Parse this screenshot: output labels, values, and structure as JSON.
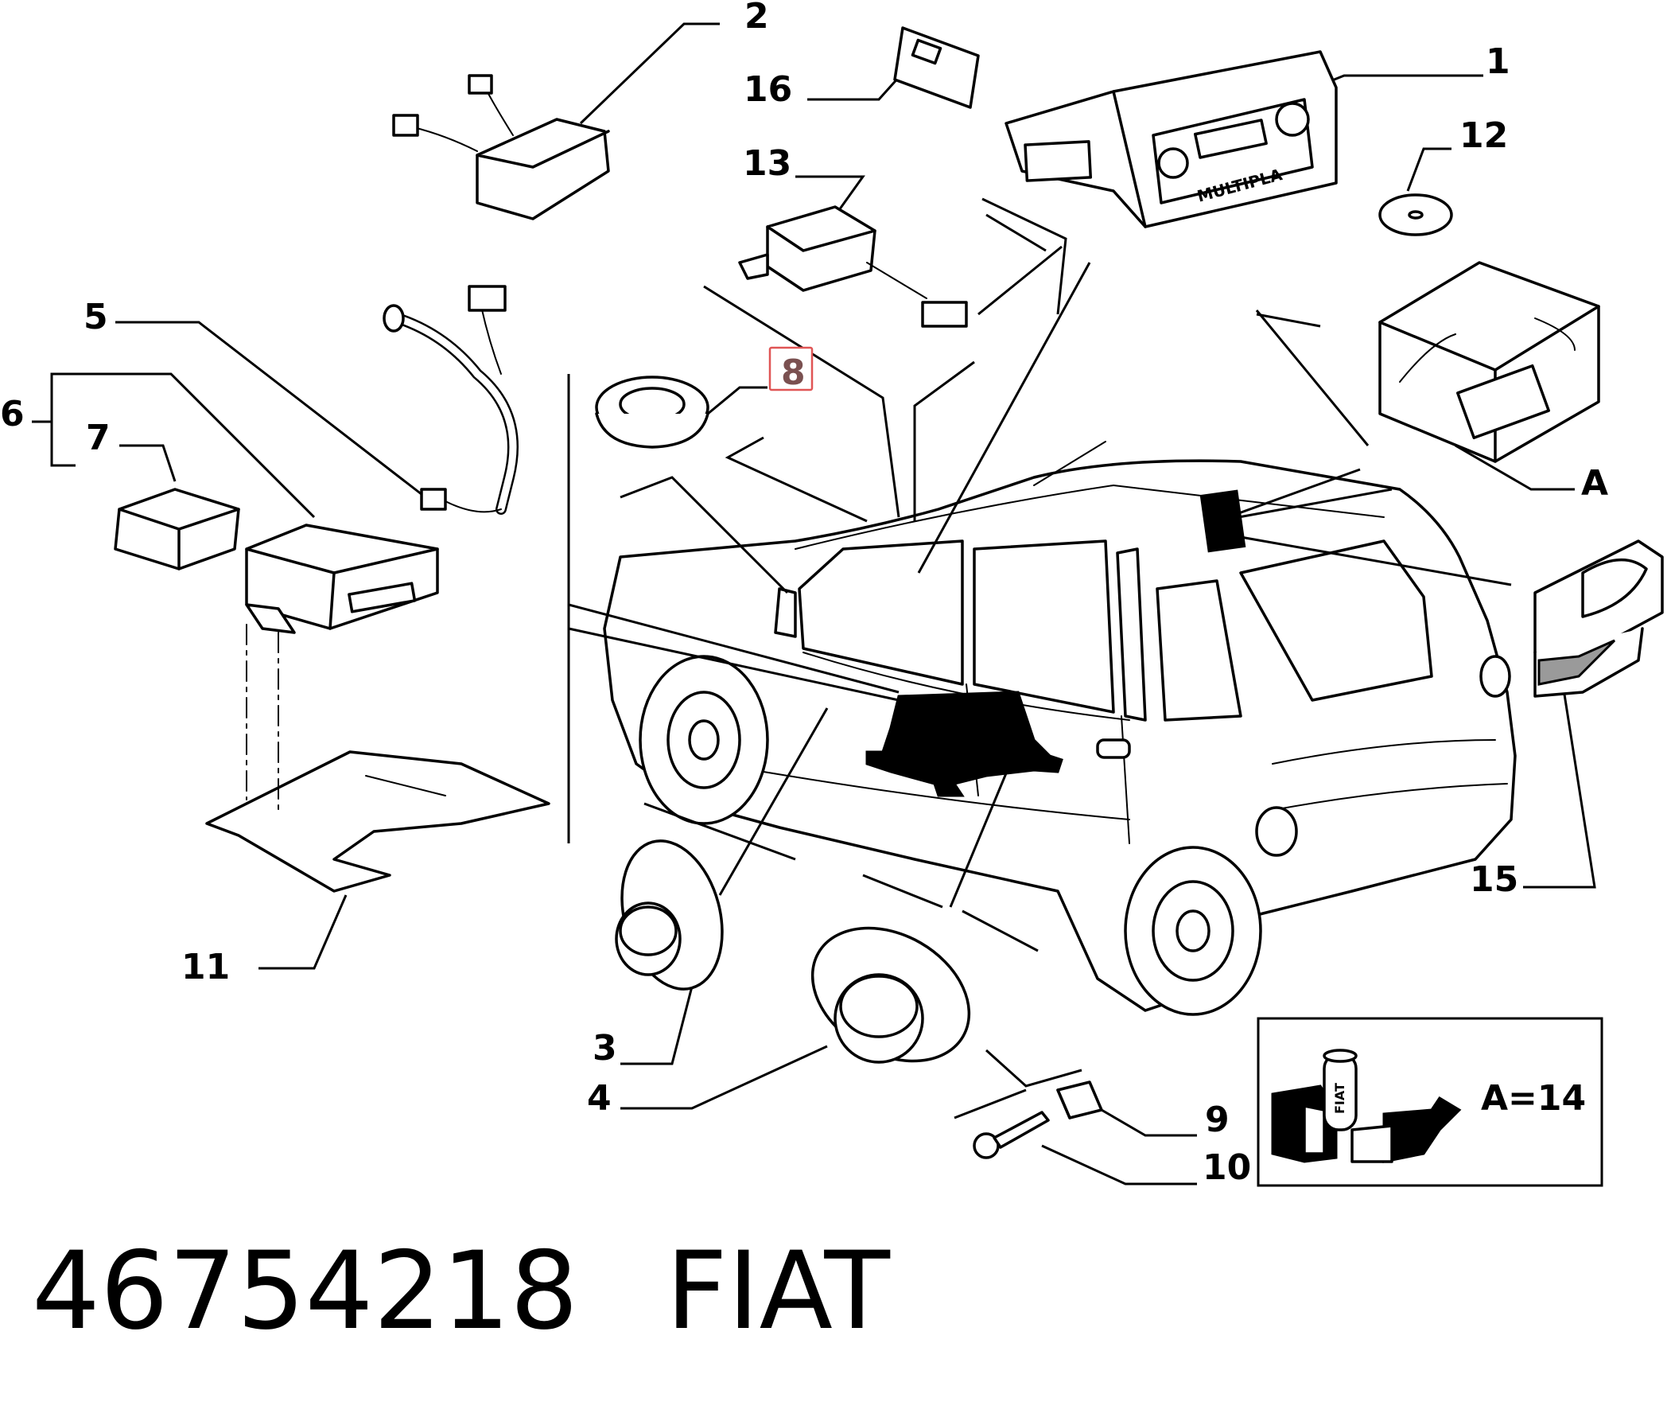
{
  "footer": {
    "part_number": "46754218",
    "brand": "FIAT"
  },
  "callouts": {
    "c1": "1",
    "c2": "2",
    "c3": "3",
    "c4": "4",
    "c5": "5",
    "c6": "6",
    "c7": "7",
    "c8": "8",
    "c9": "9",
    "c10": "10",
    "c11": "11",
    "c12": "12",
    "c13": "13",
    "c15": "15",
    "c16": "16",
    "cA": "A"
  },
  "highlighted_callout": "8",
  "highlight_color": "#c0392b",
  "radio_label": "MULTIPLA",
  "inset": {
    "text": "A=14",
    "can_label": "FIAT"
  }
}
